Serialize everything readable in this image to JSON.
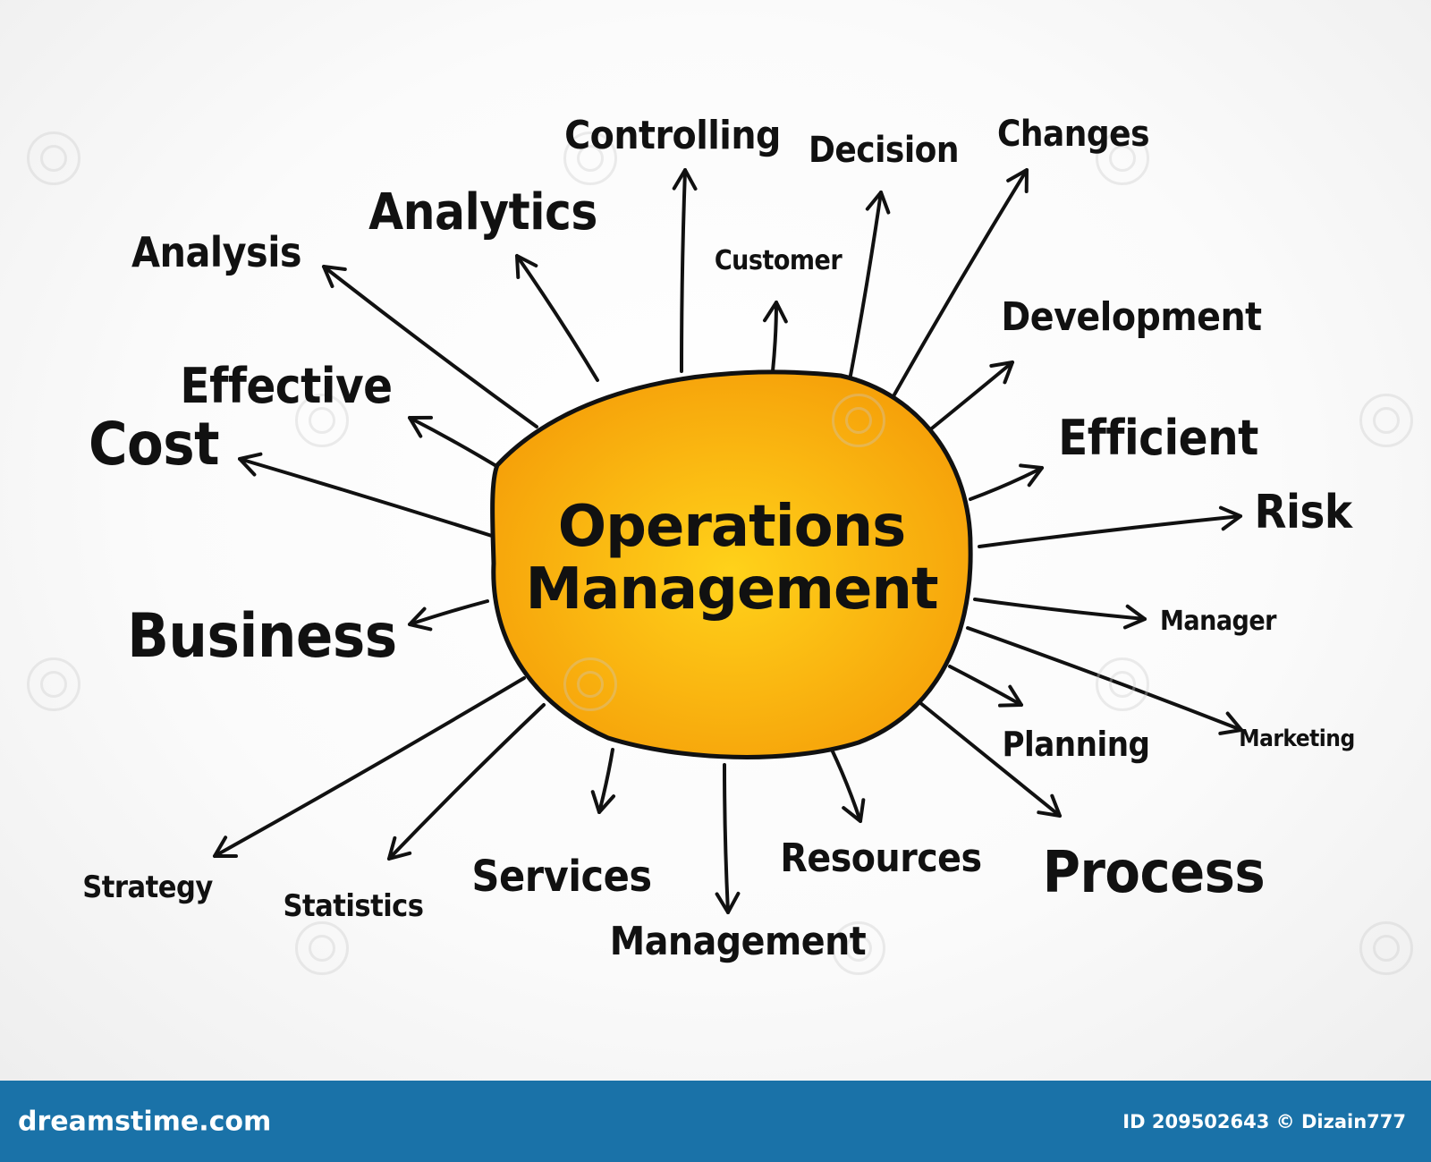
{
  "center": {
    "title_line1": "Operations",
    "title_line2": "Management",
    "fill_inner": "#ffd21a",
    "fill_outer": "#f6a20a"
  },
  "nodes": [
    {
      "label": "Analysis",
      "size": 46
    },
    {
      "label": "Analytics",
      "size": 56
    },
    {
      "label": "Controlling",
      "size": 44
    },
    {
      "label": "Decision",
      "size": 40
    },
    {
      "label": "Changes",
      "size": 40
    },
    {
      "label": "Customer",
      "size": 30
    },
    {
      "label": "Development",
      "size": 44
    },
    {
      "label": "Effective",
      "size": 54
    },
    {
      "label": "Cost",
      "size": 66
    },
    {
      "label": "Efficient",
      "size": 54
    },
    {
      "label": "Risk",
      "size": 52
    },
    {
      "label": "Business",
      "size": 68
    },
    {
      "label": "Manager",
      "size": 30
    },
    {
      "label": "Marketing",
      "size": 26
    },
    {
      "label": "Planning",
      "size": 38
    },
    {
      "label": "Strategy",
      "size": 34
    },
    {
      "label": "Statistics",
      "size": 34
    },
    {
      "label": "Services",
      "size": 48
    },
    {
      "label": "Management",
      "size": 44
    },
    {
      "label": "Resources",
      "size": 44
    },
    {
      "label": "Process",
      "size": 64
    }
  ],
  "footer": {
    "brand": "dreamstime.com",
    "credit": "ID 209502643 © Dizain777"
  }
}
